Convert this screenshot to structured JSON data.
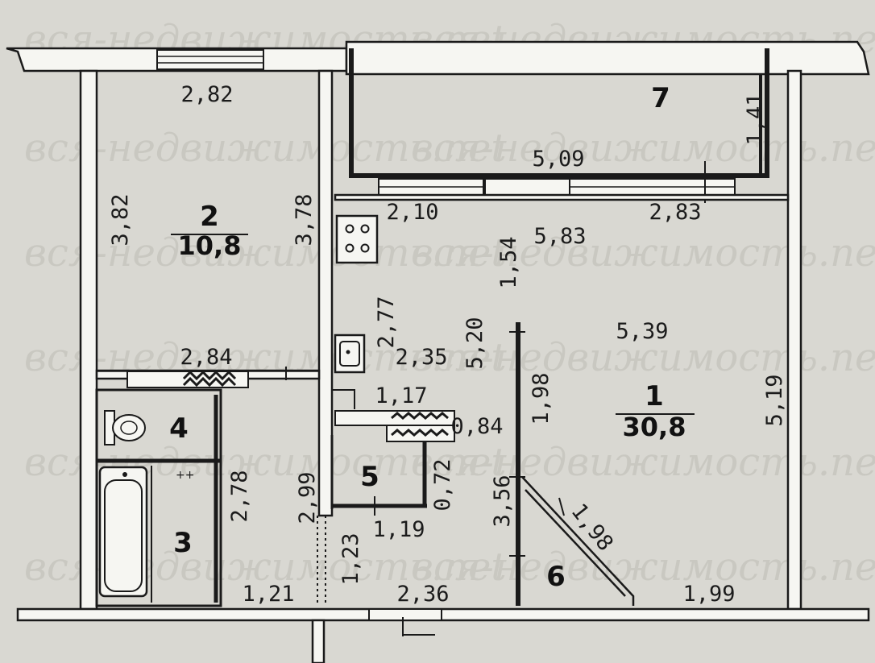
{
  "watermark": "вся-недвижимость.net",
  "rooms": [
    {
      "id": "r1",
      "number": "1",
      "area": "30,8"
    },
    {
      "id": "r2",
      "number": "2",
      "area": "10,8"
    },
    {
      "id": "r3",
      "number": "3"
    },
    {
      "id": "r4",
      "number": "4"
    },
    {
      "id": "r5",
      "number": "5"
    },
    {
      "id": "r6",
      "number": "6"
    },
    {
      "id": "r7",
      "number": "7"
    }
  ],
  "dimensions": {
    "d_2_82_top": "2,82",
    "d_3_82": "3,82",
    "d_3_78": "3,78",
    "d_2_84": "2,84",
    "d_2_78": "2,78",
    "d_1_21": "1,21",
    "d_2_99": "2,99",
    "d_1_23": "1,23",
    "d_1_19": "1,19",
    "d_2_36": "2,36",
    "d_1_41": "1,41",
    "d_5_09": "5,09",
    "d_2_10": "2,10",
    "d_2_83": "2,83",
    "d_1_54": "1,54",
    "d_5_83": "5,83",
    "d_2_77": "2,77",
    "d_2_35": "2,35",
    "d_5_20": "5,20",
    "d_1_17": "1,17",
    "d_0_84": "0,84",
    "d_0_72": "0,72",
    "d_1_98_v": "1,98",
    "d_3_56": "3,56",
    "d_5_39": "5,39",
    "d_5_19": "5,19",
    "d_1_98_diag": "1,98",
    "d_1_99": "1,99"
  }
}
